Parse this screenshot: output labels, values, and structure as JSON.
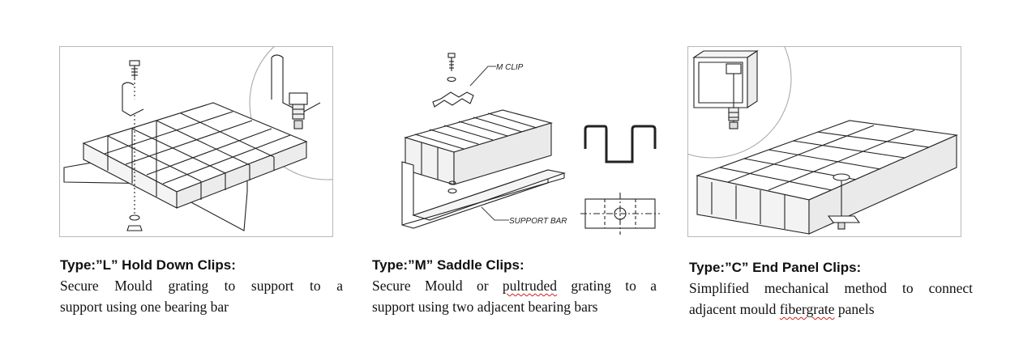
{
  "panels": [
    {
      "title": "Type:”L” Hold Down Clips:",
      "desc_line1": "Secure Mould grating to support to a",
      "desc_line2": "support using one bearing bar"
    },
    {
      "title": "Type:”M” Saddle Clips:",
      "desc_line1_a": "Secure Mould or ",
      "desc_line1_b": "pultruded",
      "desc_line1_c": " grating to a",
      "desc_line2": "support using two adjacent bearing bars",
      "label_m_clip": "M CLIP",
      "label_support_bar": "SUPPORT BAR"
    },
    {
      "title": "Type:”C” End Panel Clips:",
      "desc_line1": "Simplified mechanical method to connect",
      "desc_line2_a": "adjacent mould ",
      "desc_line2_b": "fibergrate",
      "desc_line2_c": " panels"
    }
  ]
}
